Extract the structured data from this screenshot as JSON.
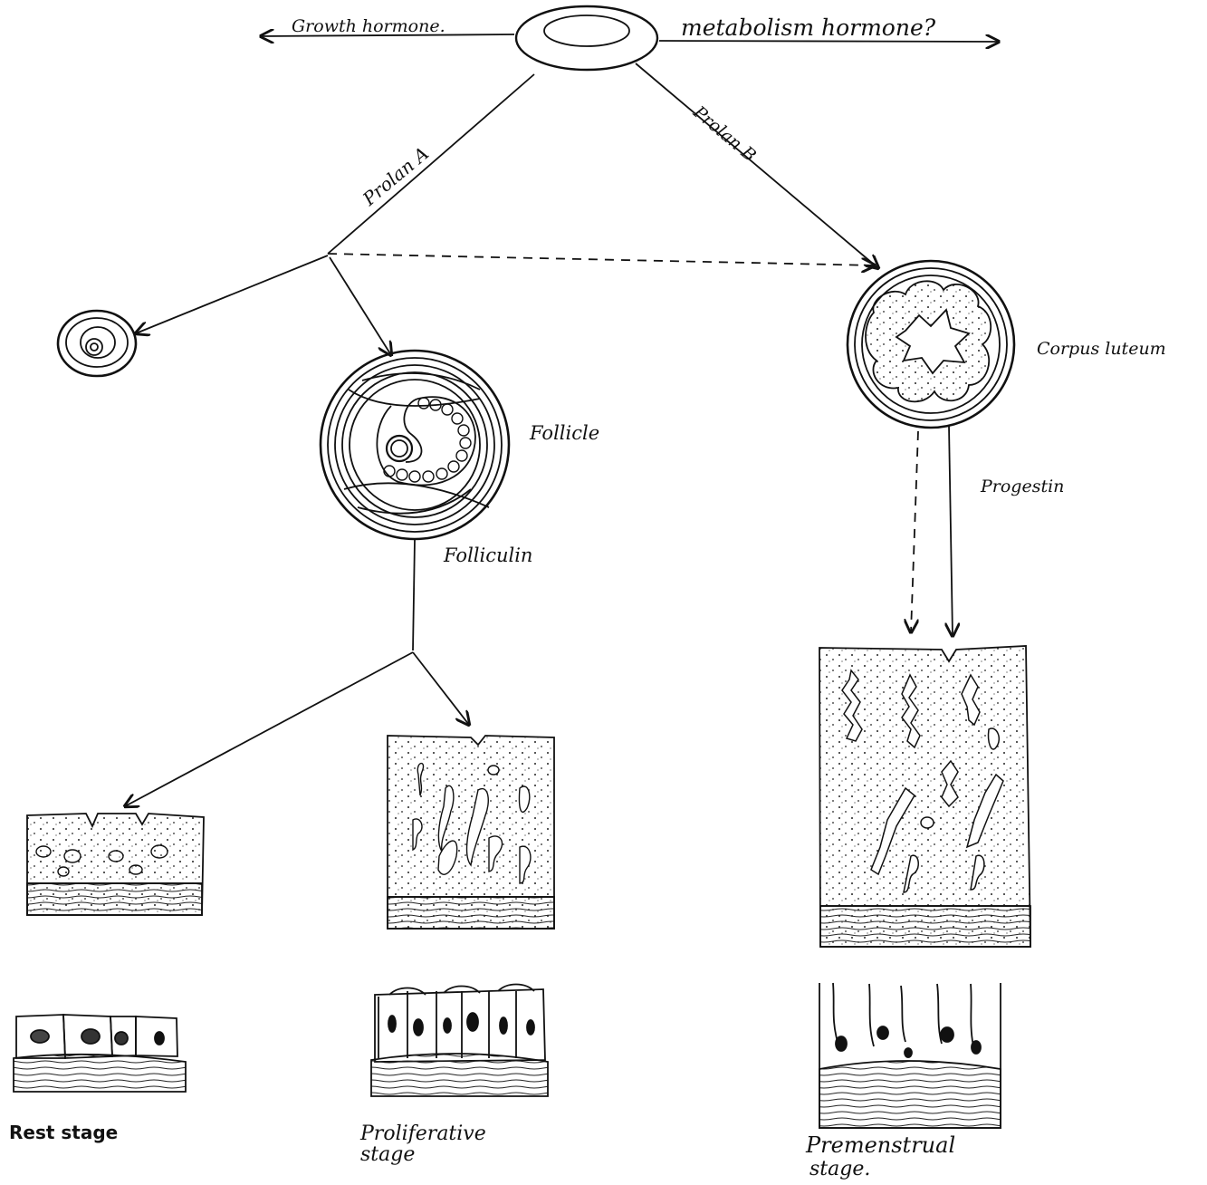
{
  "labels": {
    "growth_hormone": "Growth hormone.",
    "metabolism_hormone": "metabolism hormone?",
    "prolan_a": "Prolan A",
    "prolan_b": "Prolan B",
    "follicle": "Follicle",
    "corpus_luteum": "Corpus luteum",
    "folliculin": "Folliculin",
    "progestin": "Progestin",
    "rest_stage": "Rest stage",
    "proliferative_stage": "Proliferative stage",
    "premenstrual_stage_line1": "Premenstrual",
    "premenstrual_stage_line2": "stage."
  },
  "colors": {
    "ink": "#111111",
    "paper": "#ffffff"
  }
}
